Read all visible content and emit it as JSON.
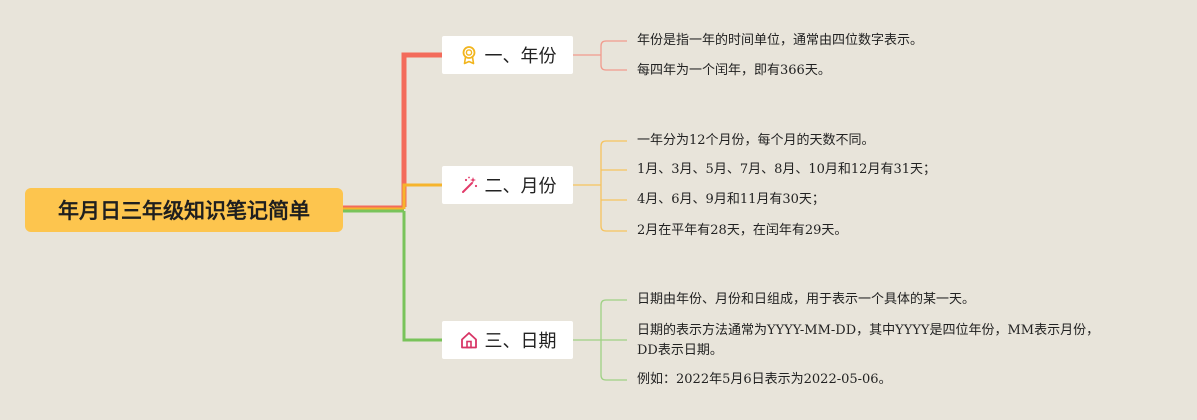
{
  "root": {
    "title": "年月日三年级知识笔记简单"
  },
  "colors": {
    "branch1": "#f36b5b",
    "branch2": "#f6b42c",
    "branch3": "#79c35a",
    "root_bg": "#fdc54e"
  },
  "branches": [
    {
      "label": "一、年份",
      "icon": "award-medal-icon",
      "leaves": [
        "年份是指一年的时间单位，通常由四位数字表示。",
        "每四年为一个闰年，即有366天。"
      ]
    },
    {
      "label": "二、月份",
      "icon": "magic-wand-icon",
      "leaves": [
        "一年分为12个月份，每个月的天数不同。",
        "1月、3月、5月、7月、8月、10月和12月有31天；",
        "4月、6月、9月和11月有30天；",
        "2月在平年有28天，在闰年有29天。"
      ]
    },
    {
      "label": "三、日期",
      "icon": "house-icon",
      "leaves": [
        "日期由年份、月份和日组成，用于表示一个具体的某一天。",
        "日期的表示方法通常为YYYY-MM-DD，其中YYYY是四位年份，MM表示月份，",
        "DD表示日期。",
        "例如：2022年5月6日表示为2022-05-06。"
      ]
    }
  ]
}
